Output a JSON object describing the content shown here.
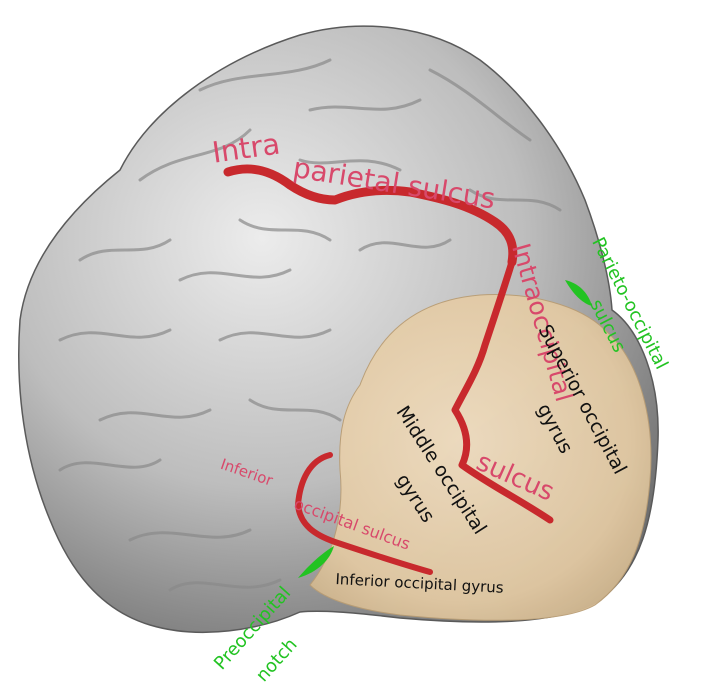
{
  "colors": {
    "brain": "#b9b9b9",
    "occipital_region": "#e9d3b2",
    "sulcus": "#c8292d",
    "landmark": "#22c322",
    "sulcus_label": "#d8496b",
    "gyrus_label": "#111111"
  },
  "labels": {
    "intra": "Intra",
    "parietal_sulcus": "parietal sulcus",
    "intraoccipital": "Intraoccipital",
    "sulcus": "sulcus",
    "parieto_occipital_1": "Parieto-occipital",
    "parieto_occipital_2": "sulcus",
    "superior_occipital_1": "Superior occipital",
    "superior_occipital_2": "gyrus",
    "middle_occipital_1": "Middle occipital",
    "middle_occipital_2": "gyrus",
    "inferior_1": "Inferior",
    "inferior_2": "occipital sulcus",
    "inferior_occipital_gyrus": "Inferior occipital gyrus",
    "preoccipital_1": "Preoccipital",
    "preoccipital_2": "notch"
  }
}
